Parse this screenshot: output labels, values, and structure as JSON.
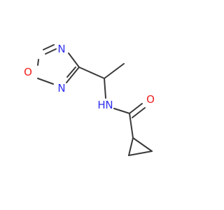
{
  "molecule": {
    "atoms": {
      "ring_n_top": {
        "symbol": "N",
        "color": "#2e2ef0"
      },
      "ring_o": {
        "symbol": "O",
        "color": "#ee2020"
      },
      "ring_n_bottom": {
        "symbol": "N",
        "color": "#2e2ef0"
      },
      "amide_n": {
        "symbol": "N",
        "color": "#2e2ef0"
      },
      "amide_h": {
        "symbol": "H",
        "color": "#2e2ef0"
      },
      "carbonyl_o": {
        "symbol": "O",
        "color": "#ee2020"
      }
    },
    "bond_color": "#3a3a3a"
  }
}
